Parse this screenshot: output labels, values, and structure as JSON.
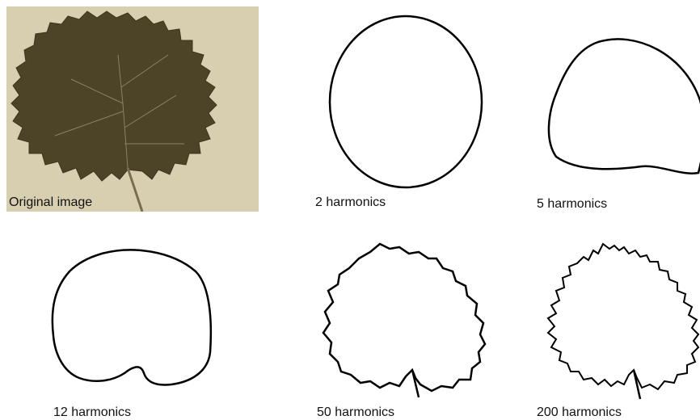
{
  "panels": [
    {
      "label": "Original image"
    },
    {
      "label": "2 harmonics"
    },
    {
      "label": "5 harmonics"
    },
    {
      "label": "12 harmonics"
    },
    {
      "label": "50 harmonics"
    },
    {
      "label": "200 harmonics"
    }
  ],
  "colors": {
    "leaf": "#4d4428",
    "background": "#d8ceb0",
    "stroke": "#000000"
  }
}
